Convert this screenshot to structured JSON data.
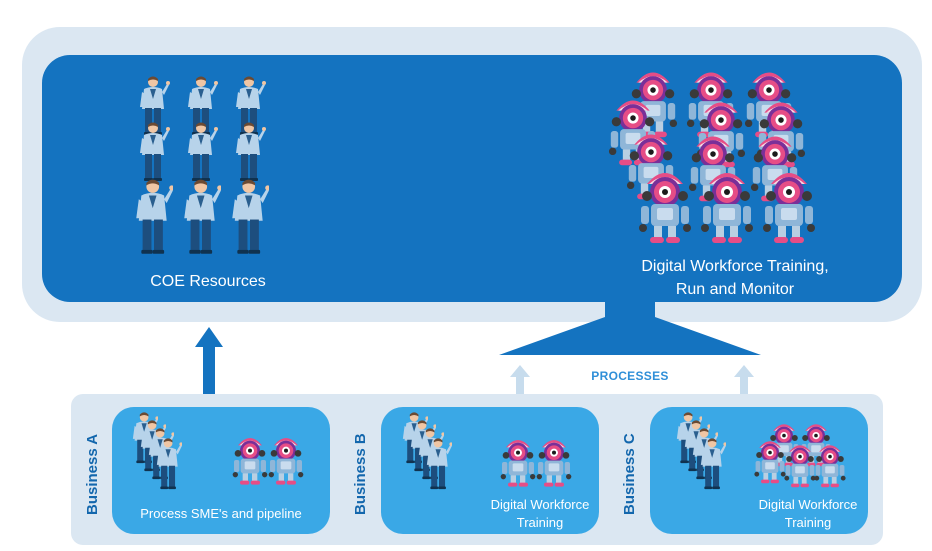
{
  "diagram": {
    "coe_label": "COE Resources",
    "digital_workforce_label_line1": "Digital Workforce Training,",
    "digital_workforce_label_line2": "Run and Monitor",
    "processes_label": "PROCESSES",
    "business_units": [
      {
        "label": "Business A",
        "caption_line1": "Process SME's and pipeline",
        "caption_line2": ""
      },
      {
        "label": "Business B",
        "caption_line1": "Digital Workforce",
        "caption_line2": "Training"
      },
      {
        "label": "Business C",
        "caption_line1": "Digital Workforce",
        "caption_line2": "Training"
      }
    ]
  },
  "colors": {
    "frame": "#dbe7f2",
    "main_panel": "#1473c0",
    "business_box": "#3aa8e6",
    "label_blue": "#1367ad",
    "processes_blue": "#2f8fd8",
    "arrow_light": "#c7dced",
    "robot_pink": "#e64d86",
    "robot_purple": "#7a2f98",
    "robot_body": "#8fb6d8"
  },
  "icons": [
    "person-icon",
    "robot-icon",
    "up-arrow-icon"
  ]
}
